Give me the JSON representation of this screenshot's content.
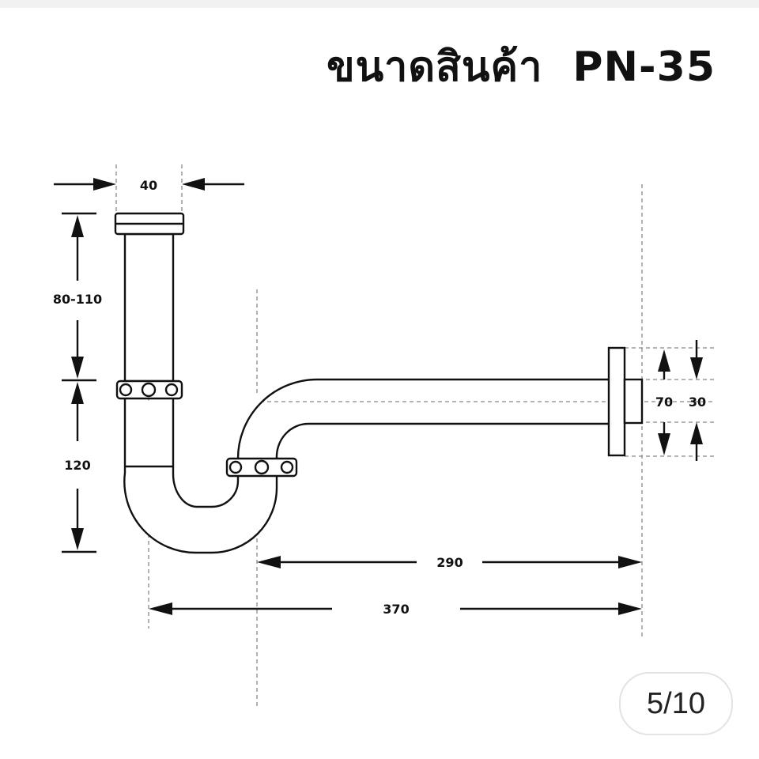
{
  "header": {
    "title_thai": "ขนาดสินค้า",
    "model_code": "PN-35"
  },
  "dimensions": {
    "top_width": "40",
    "tailpiece_height": "80-110",
    "trap_depth": "120",
    "flange_outer": "70",
    "pipe_diameter": "30",
    "inner_run": "290",
    "total_run": "370"
  },
  "pagination": {
    "label": "5/10"
  }
}
